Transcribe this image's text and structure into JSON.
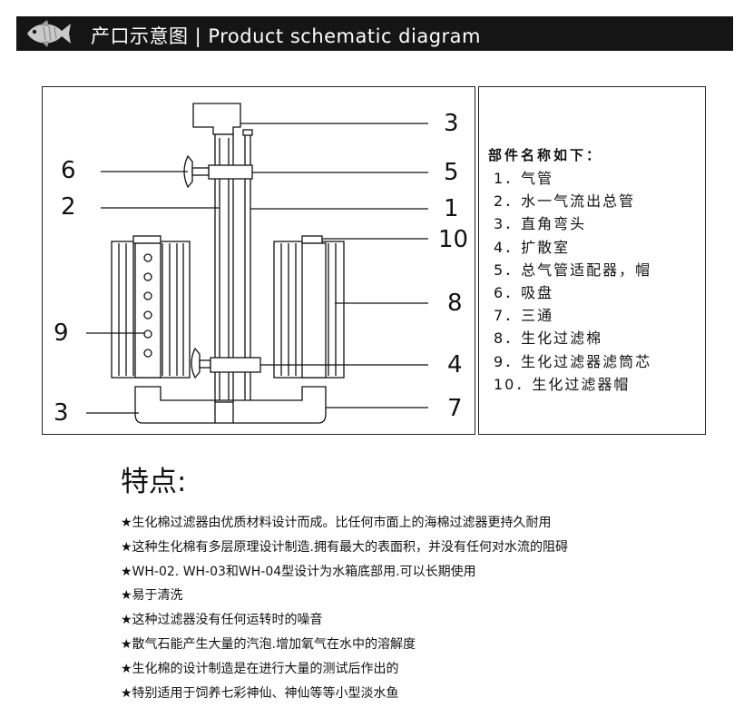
{
  "banner": {
    "title": "产口示意图 | Product schematic diagram",
    "icon": "fish-icon"
  },
  "diagram": {
    "left_labels": [
      "6",
      "2",
      "9",
      "3"
    ],
    "right_labels": [
      "3",
      "5",
      "1",
      "10",
      "8",
      "4",
      "7"
    ]
  },
  "parts": {
    "heading": "部件名称如下：",
    "items": [
      "1．气管",
      "2．水一气流出总管",
      "3．直角弯头",
      "4．扩散室",
      "5．总气管适配器，帽",
      "6．吸盘",
      "7．三通",
      "8．生化过滤棉",
      "9．生化过滤器滤筒芯",
      "10．生化过滤器帽"
    ]
  },
  "features": {
    "title": "特点:",
    "items": [
      "★生化棉过滤器由优质材料设计而成。比任何市面上的海棉过滤器更持久耐用",
      "★这种生化棉有多层原理设计制造.拥有最大的表面积，并没有任何对水流的阻碍",
      "★WH-02. WH-03和WH-04型设计为水箱底部用.可以长期使用",
      "★易于清洗",
      "★这种过滤器没有任何运转时的噪音",
      "★散气石能产生大量的汽泡.增加氧气在水中的溶解度",
      "★生化棉的设计制造是在进行大量的测试后作出的",
      "★特别适用于饲养七彩神仙、神仙等等小型淡水鱼"
    ]
  }
}
